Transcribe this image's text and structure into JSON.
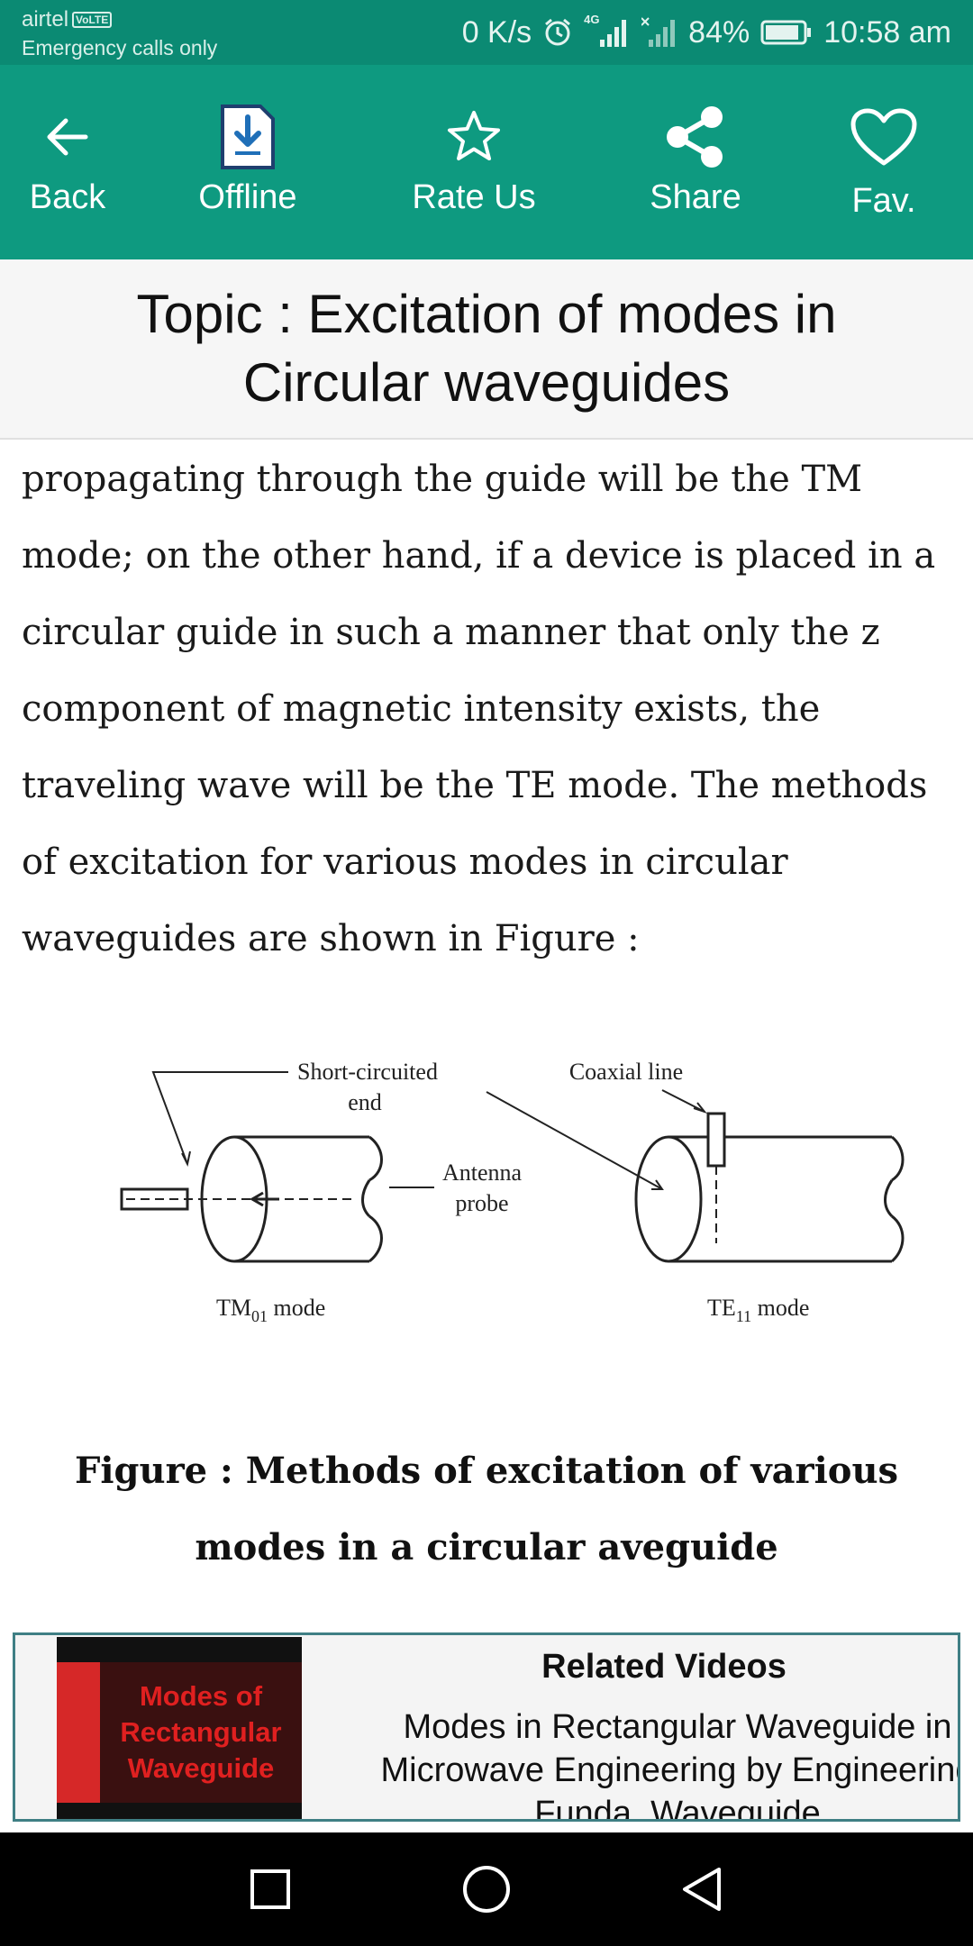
{
  "status_bar": {
    "carrier": "airtel",
    "volte": "VoLTE",
    "emergency": "Emergency calls only",
    "speed": "0 K/s",
    "network": "4G",
    "battery": "84%",
    "time": "10:58 am",
    "icons": [
      "alarm-icon",
      "signal-icon",
      "no-signal-icon",
      "battery-icon"
    ]
  },
  "toolbar": {
    "back": "Back",
    "offline": "Offline",
    "rate": "Rate Us",
    "share": "Share",
    "fav": "Fav.",
    "icons": [
      "arrow-left-icon",
      "download-doc-icon",
      "star-icon",
      "share-icon",
      "heart-icon"
    ]
  },
  "topic": {
    "title": "Topic : Excitation of modes in Circular waveguides"
  },
  "content": {
    "paragraph": "propagating through the guide will be the TM mode; on the other hand, if a device is placed in a circular guide in such a manner that only the z component of magnetic intensity exists, the traveling wave will be the TE mode. The methods of excitation for various modes in circular waveguides are shown in Figure :"
  },
  "figure": {
    "label_short": "Short-circuited",
    "label_end": "end",
    "label_antenna": "Antenna",
    "label_probe": "probe",
    "label_coax": "Coaxial line",
    "tm_prefix": "TM",
    "tm_sub": "01",
    "te_prefix": "TE",
    "te_sub": "11",
    "mode_word": "mode"
  },
  "caption": "Figure : Methods of excitation of various modes in a circular aveguide",
  "related": {
    "title": "Related Videos",
    "description": "Modes in Rectangular Waveguide in Microwave Engineering by Engineering Funda, Waveguide",
    "thumbnail_text": "Modes of Rectangular Waveguide",
    "colors": {
      "border": "#3f7f84",
      "thumb_red": "#d62828"
    }
  },
  "colors": {
    "toolbar": "#0e9a80",
    "status_bar": "#0b8a73"
  },
  "navbar": {
    "icons": [
      "recents-square-icon",
      "home-circle-icon",
      "back-triangle-icon"
    ]
  }
}
